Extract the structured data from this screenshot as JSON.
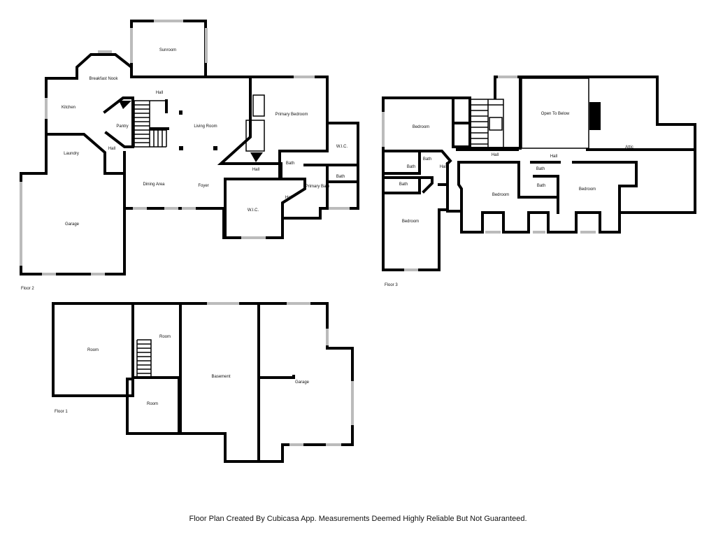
{
  "floors": {
    "floor1": {
      "label": "Floor 1"
    },
    "floor2": {
      "label": "Floor 2"
    },
    "floor3": {
      "label": "Floor 3"
    }
  },
  "rooms": {
    "floor2": {
      "sunroom": "Sunroom",
      "breakfast_nook": "Breakfast Nook",
      "hall_top": "Hall",
      "kitchen": "Kitchen",
      "pantry": "Pantry",
      "living_room": "Living Room",
      "primary_bedroom": "Primary Bedroom",
      "wic_right": "W.I.C.",
      "laundry": "Laundry",
      "hall_left": "Hall",
      "hall_center": "Hall",
      "bath_1": "Bath",
      "bath_2": "Bath",
      "dining_area": "Dining Area",
      "foyer": "Foyer",
      "primary_bath": "Primary Bath",
      "hall_small": "Hall",
      "garage": "Garage",
      "wic_bottom": "W.I.C."
    },
    "floor3": {
      "bedroom_nw": "Bedroom",
      "open_to_below": "Open To Below",
      "attic": "Attic",
      "hall_a": "Hall",
      "hall_b": "Hall",
      "hall_c": "Hall",
      "bath_a": "Bath",
      "bath_b": "Bath",
      "bath_c": "Bath",
      "bath_d": "Bath",
      "bath_e": "Bath",
      "bedroom_mid": "Bedroom",
      "bedroom_right": "Bedroom",
      "bedroom_sw": "Bedroom"
    },
    "floor1": {
      "room_left": "Room",
      "room_top": "Room",
      "basement": "Basement",
      "garage": "Garage",
      "room_bottom": "Room"
    }
  },
  "footer": {
    "caption": "Floor Plan Created By Cubicasa App. Measurements Deemed Highly Reliable But Not Guaranteed."
  }
}
